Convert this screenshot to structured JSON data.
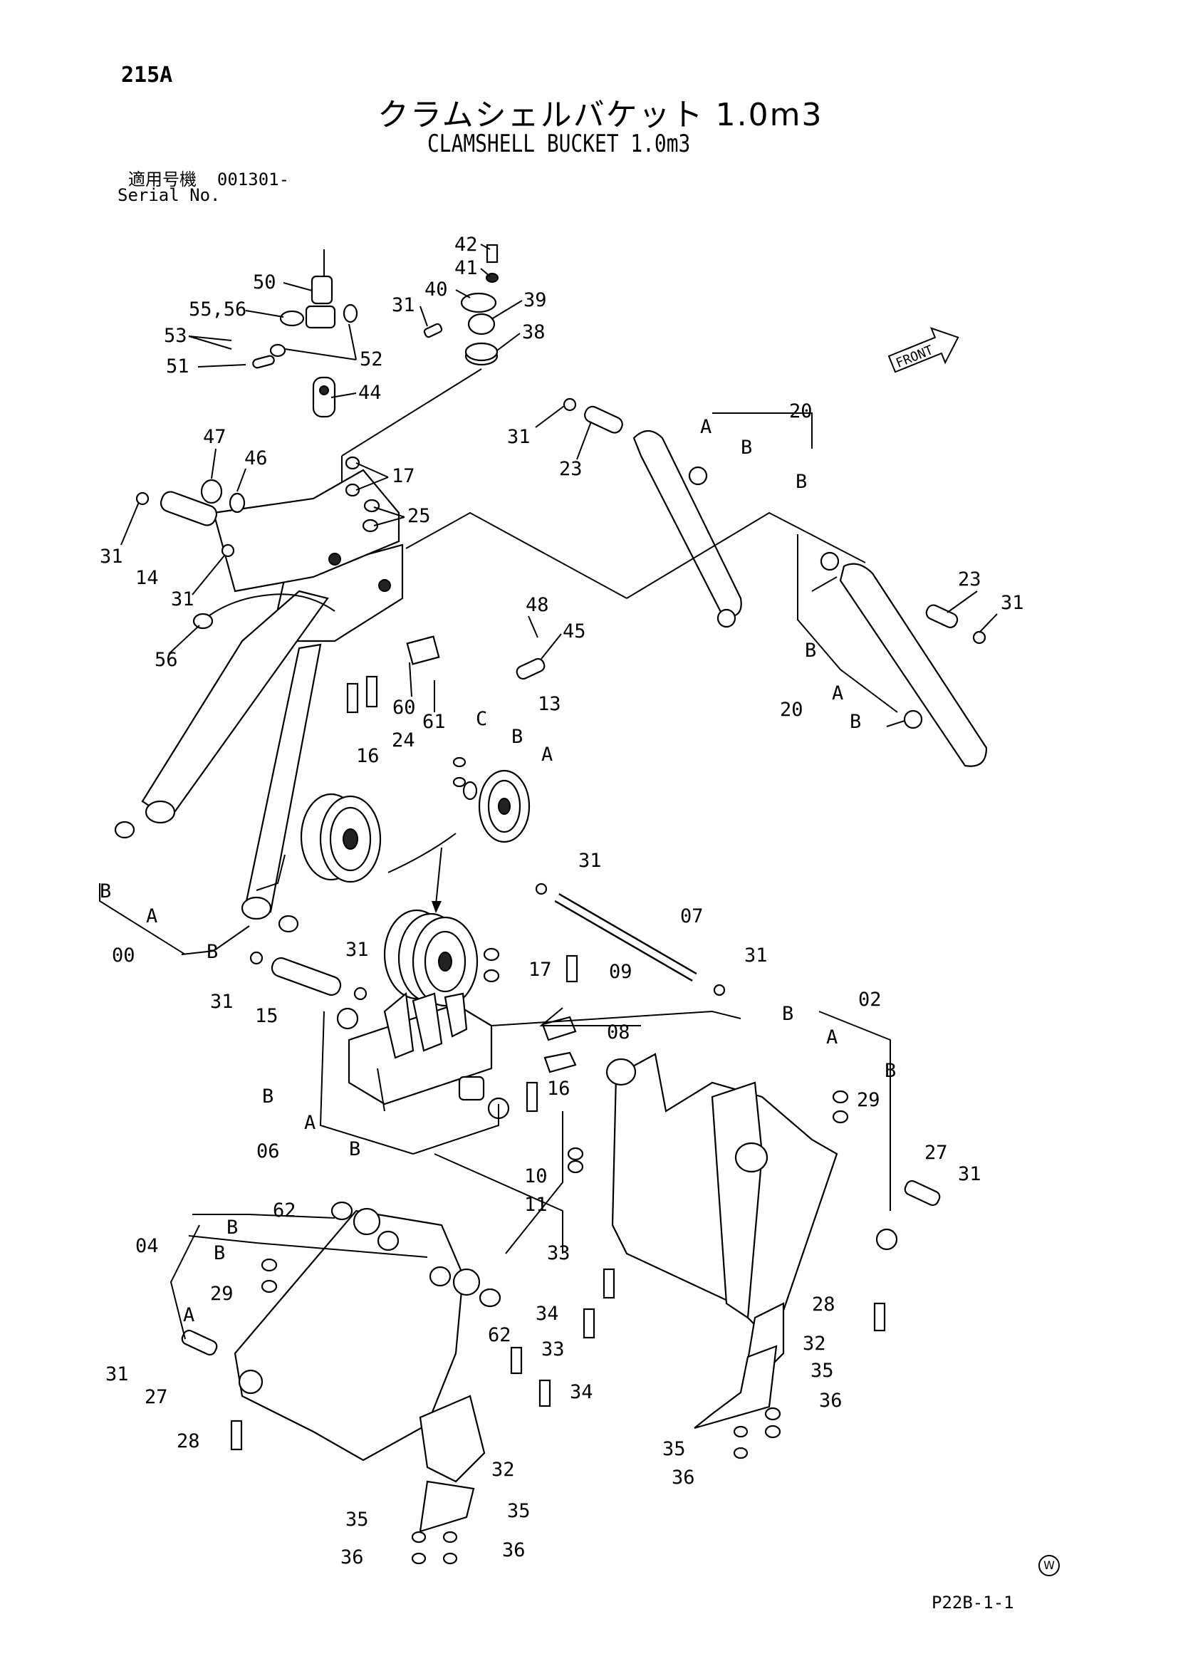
{
  "header": {
    "page_number": "215A",
    "title_ja": "クラムシェルバケット 1.0m3",
    "title_en": "CLAMSHELL BUCKET 1.0m3",
    "serial_label_ja": "適用号機",
    "serial_value": "001301-",
    "serial_label_en": "Serial No."
  },
  "front_label": "FRONT",
  "footer": {
    "drawing_code": "P22B-1-1",
    "watermark_symbol": "W"
  },
  "callouts": [
    {
      "id": "c42",
      "text": "42"
    },
    {
      "id": "c41",
      "text": "41"
    },
    {
      "id": "c40",
      "text": "40"
    },
    {
      "id": "c39",
      "text": "39"
    },
    {
      "id": "c38",
      "text": "38"
    },
    {
      "id": "c31a",
      "text": "31"
    },
    {
      "id": "c50",
      "text": "50"
    },
    {
      "id": "c5556",
      "text": "55,56"
    },
    {
      "id": "c53",
      "text": "53"
    },
    {
      "id": "c51",
      "text": "51"
    },
    {
      "id": "c52",
      "text": "52"
    },
    {
      "id": "c44",
      "text": "44"
    },
    {
      "id": "c47",
      "text": "47"
    },
    {
      "id": "c46",
      "text": "46"
    },
    {
      "id": "c17a",
      "text": "17"
    },
    {
      "id": "c25",
      "text": "25"
    },
    {
      "id": "c31b",
      "text": "31"
    },
    {
      "id": "c14",
      "text": "14"
    },
    {
      "id": "c31c",
      "text": "31"
    },
    {
      "id": "c56",
      "text": "56"
    },
    {
      "id": "c31d",
      "text": "31"
    },
    {
      "id": "c23a",
      "text": "23"
    },
    {
      "id": "cA1",
      "text": "A"
    },
    {
      "id": "c20a",
      "text": "20"
    },
    {
      "id": "cB1",
      "text": "B"
    },
    {
      "id": "cB2",
      "text": "B"
    },
    {
      "id": "c23b",
      "text": "23"
    },
    {
      "id": "c31e",
      "text": "31"
    },
    {
      "id": "cB3",
      "text": "B"
    },
    {
      "id": "c20b",
      "text": "20"
    },
    {
      "id": "cA2",
      "text": "A"
    },
    {
      "id": "cB4",
      "text": "B"
    },
    {
      "id": "c48",
      "text": "48"
    },
    {
      "id": "c45",
      "text": "45"
    },
    {
      "id": "c60",
      "text": "60"
    },
    {
      "id": "c61",
      "text": "61"
    },
    {
      "id": "c16a",
      "text": "16"
    },
    {
      "id": "c24",
      "text": "24"
    },
    {
      "id": "c13",
      "text": "13"
    },
    {
      "id": "cC",
      "text": "C"
    },
    {
      "id": "cB5",
      "text": "B"
    },
    {
      "id": "cA3",
      "text": "A"
    },
    {
      "id": "cB6",
      "text": "B"
    },
    {
      "id": "cA4",
      "text": "A"
    },
    {
      "id": "c00",
      "text": "00"
    },
    {
      "id": "cB7",
      "text": "B"
    },
    {
      "id": "c31f",
      "text": "31"
    },
    {
      "id": "c07",
      "text": "07"
    },
    {
      "id": "c31g",
      "text": "31"
    },
    {
      "id": "c31h",
      "text": "31"
    },
    {
      "id": "c15",
      "text": "15"
    },
    {
      "id": "c31i",
      "text": "31"
    },
    {
      "id": "c17b",
      "text": "17"
    },
    {
      "id": "c09",
      "text": "09"
    },
    {
      "id": "c08",
      "text": "08"
    },
    {
      "id": "cB8",
      "text": "B"
    },
    {
      "id": "c02",
      "text": "02"
    },
    {
      "id": "cA5",
      "text": "A"
    },
    {
      "id": "cB9",
      "text": "B"
    },
    {
      "id": "c16b",
      "text": "16"
    },
    {
      "id": "cB10",
      "text": "B"
    },
    {
      "id": "cA6",
      "text": "A"
    },
    {
      "id": "c06",
      "text": "06"
    },
    {
      "id": "cB11",
      "text": "B"
    },
    {
      "id": "c29a",
      "text": "29"
    },
    {
      "id": "c27a",
      "text": "27"
    },
    {
      "id": "c31j",
      "text": "31"
    },
    {
      "id": "c10",
      "text": "10"
    },
    {
      "id": "c11",
      "text": "11"
    },
    {
      "id": "c62a",
      "text": "62"
    },
    {
      "id": "cB12",
      "text": "B"
    },
    {
      "id": "c04",
      "text": "04"
    },
    {
      "id": "cB13",
      "text": "B"
    },
    {
      "id": "c29b",
      "text": "29"
    },
    {
      "id": "c33a",
      "text": "33"
    },
    {
      "id": "c28a",
      "text": "28"
    },
    {
      "id": "c34a",
      "text": "34"
    },
    {
      "id": "cA7",
      "text": "A"
    },
    {
      "id": "c62b",
      "text": "62"
    },
    {
      "id": "c33b",
      "text": "33"
    },
    {
      "id": "c31k",
      "text": "31"
    },
    {
      "id": "c27b",
      "text": "27"
    },
    {
      "id": "c34b",
      "text": "34"
    },
    {
      "id": "c32a",
      "text": "32"
    },
    {
      "id": "c35a",
      "text": "35"
    },
    {
      "id": "c36a",
      "text": "36"
    },
    {
      "id": "c28b",
      "text": "28"
    },
    {
      "id": "c35b",
      "text": "35"
    },
    {
      "id": "c36b",
      "text": "36"
    },
    {
      "id": "c32b",
      "text": "32"
    },
    {
      "id": "c35c",
      "text": "35"
    },
    {
      "id": "c35d",
      "text": "35"
    },
    {
      "id": "c36c",
      "text": "36"
    },
    {
      "id": "c36d",
      "text": "36"
    }
  ]
}
